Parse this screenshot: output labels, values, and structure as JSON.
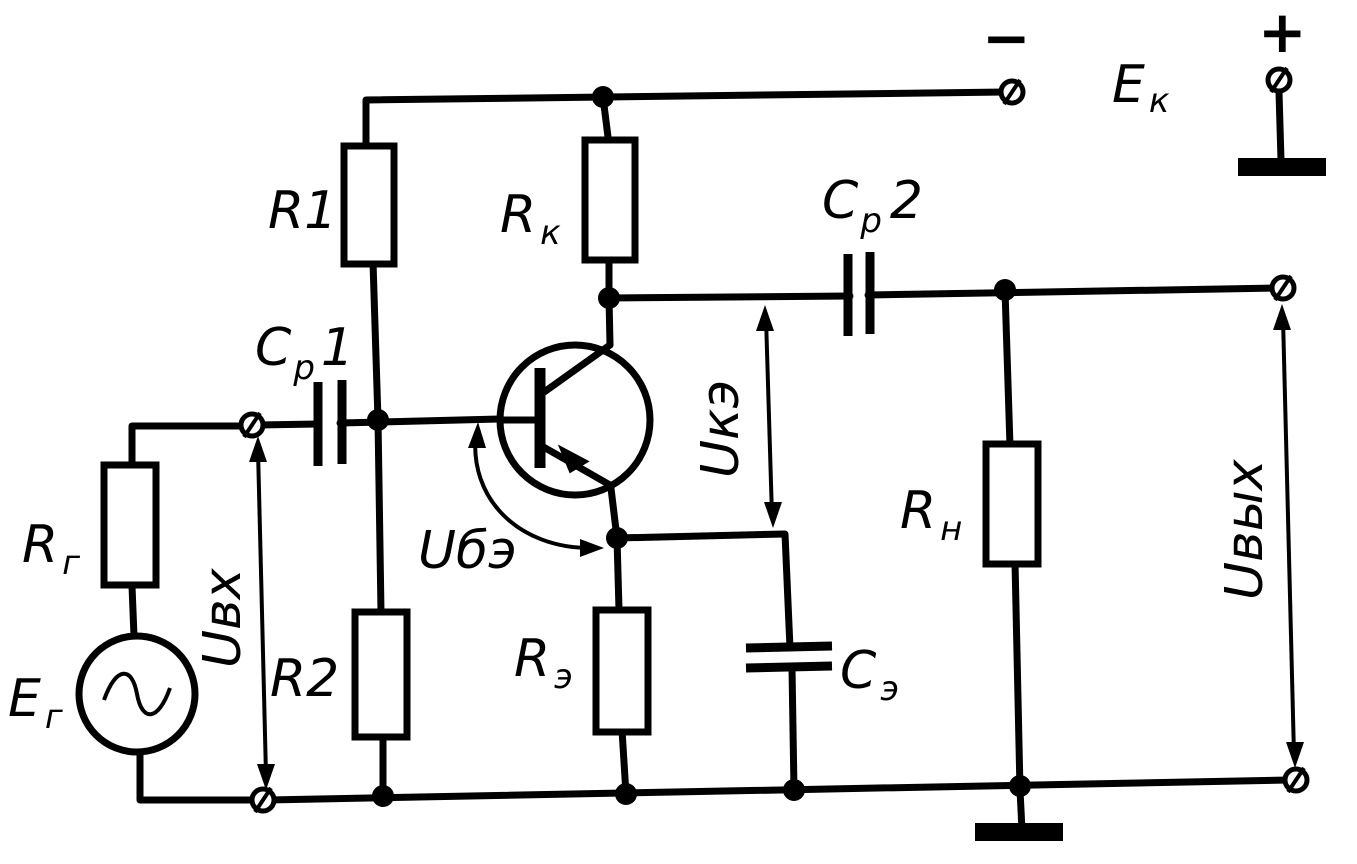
{
  "labels": {
    "ek_main": "E",
    "ek_sub": "к",
    "minus": "−",
    "plus": "+",
    "r1": "R1",
    "rk_main": "R",
    "rk_sub": "к",
    "cp2_main": "C",
    "cp2_sub": "р",
    "cp2_num": "2",
    "cp1_main": "C",
    "cp1_sub": "р",
    "cp1_num": "1",
    "uke": "Uкэ",
    "rn_main": "R",
    "rn_sub": "н",
    "uvyh": "Uвых",
    "rg_main": "R",
    "rg_sub": "г",
    "uvh": "Uвх",
    "ube": "Uбэ",
    "r2": "R2",
    "re_main": "R",
    "re_sub": "э",
    "ce_main": "C",
    "ce_sub": "э",
    "eg_main": "E",
    "eg_sub": "г"
  }
}
